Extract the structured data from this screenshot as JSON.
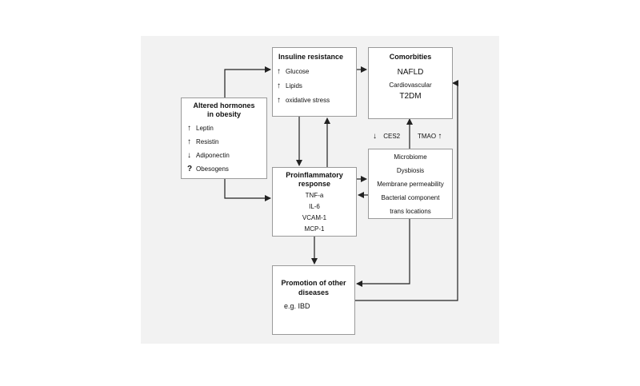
{
  "altered": {
    "title": "Altered hormones",
    "title2": "in obesity",
    "items": [
      {
        "sym": "↑",
        "label": "Leptin"
      },
      {
        "sym": "↑",
        "label": "Resistin"
      },
      {
        "sym": "↓",
        "label": "Adiponectin"
      },
      {
        "sym": "?",
        "label": "Obesogens"
      }
    ]
  },
  "insulin": {
    "title": "Insuline resistance",
    "items": [
      {
        "sym": "↑",
        "label": "Glucose"
      },
      {
        "sym": "↑",
        "label": "Lipids"
      },
      {
        "sym": "↑",
        "label": "oxidative stress"
      }
    ]
  },
  "comorbidities": {
    "title": "Comorbities",
    "items": [
      "NAFLD",
      "Cardiovascular",
      "T2DM"
    ]
  },
  "inflammatory": {
    "title": "Proinflammatory",
    "title2": "response",
    "items": [
      "TNF-a",
      "IL-6",
      "VCAM-1",
      "MCP-1"
    ]
  },
  "microbiome": {
    "items": [
      "Microbiome",
      "Dysbiosis",
      "Membrane permeability",
      "Bacterial component",
      "trans locations"
    ]
  },
  "labels": {
    "ces2_sym": "↓",
    "ces2": "CES2",
    "tmao": "TMAO",
    "tmao_sym": "↑"
  },
  "promotion": {
    "title": "Promotion of other",
    "title2": "diseases",
    "example": "e.g. IBD"
  }
}
